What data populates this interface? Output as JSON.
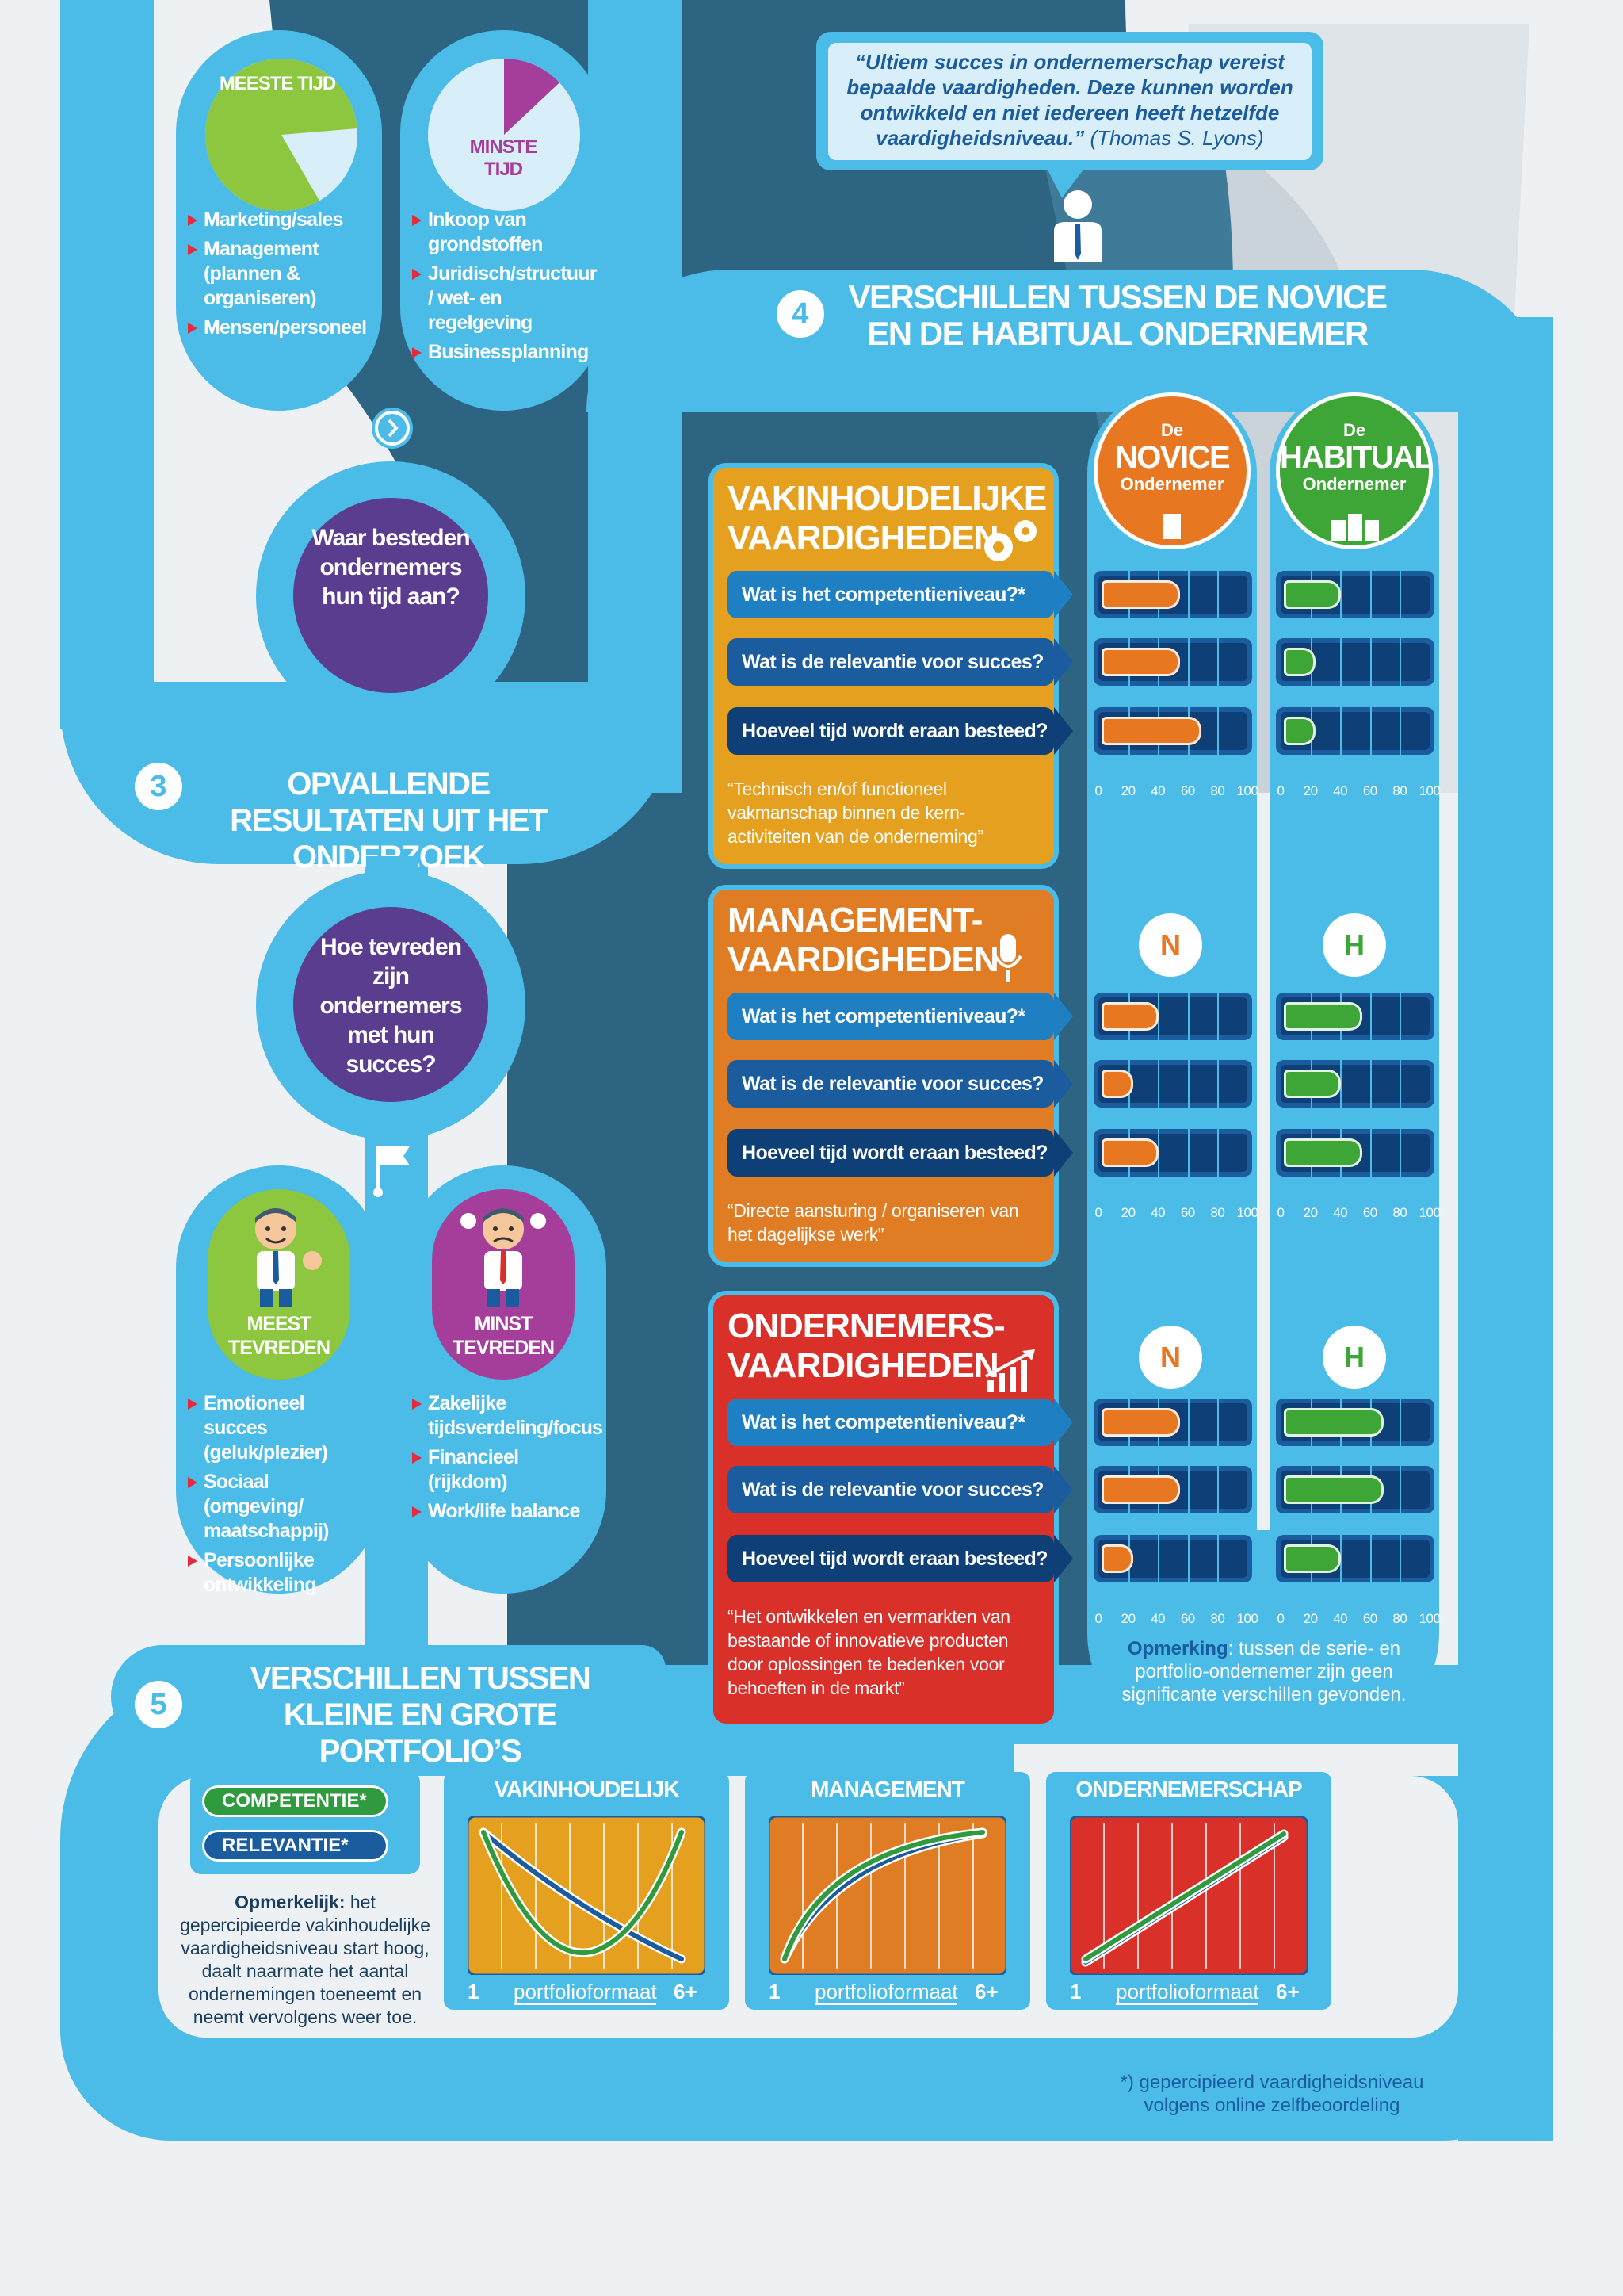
{
  "quote": {
    "text": "“Ultiem succes in ondernemerschap vereist bepaalde vaardigheden. Deze kunnen worden ontwikkeld en niet iedereen heeft hetzelfde vaardigheidsniveau.”",
    "author": "(Thomas S. Lyons)"
  },
  "time": {
    "most_label": "MEESTE TIJD",
    "least_label": "MINSTE TIJD",
    "most_items": [
      "Marketing/sales",
      "Management (plannen & organiseren)",
      "Mensen/personeel"
    ],
    "least_items": [
      "Inkoop van grondstoffen",
      "Juridisch/structuur / wet- en regelgeving",
      "Businessplanning"
    ],
    "most_share": 0.82,
    "least_share": 0.13
  },
  "questions": {
    "time_spent": "Waar besteden ondernemers hun tijd aan?",
    "satisfaction": "Hoe tevreden zijn ondernemers met hun succes?"
  },
  "section3": {
    "number": "3",
    "title": "OPVALLENDE RESULTATEN UIT HET ONDERZOEK"
  },
  "satisfaction": {
    "most_label": "MEEST TEVREDEN",
    "least_label": "MINST TEVREDEN",
    "most_items": [
      "Emotioneel succes (geluk/plezier)",
      "Sociaal (omgeving/ maatschappij)",
      "Persoonlijke ontwikkeling"
    ],
    "least_items": [
      "Zakelijke tijdsverdeling/focus",
      "Financieel (rijkdom)",
      "Work/life balance"
    ]
  },
  "section4": {
    "number": "4",
    "title": "VERSCHILLEN TUSSEN DE NOVICE EN DE HABITUAL ONDERNEMER",
    "novice": {
      "pre": "De",
      "name": "NOVICE",
      "sub": "Ondernemer",
      "badge": "N"
    },
    "habitual": {
      "pre": "De",
      "name": "HABITUAL",
      "sub": "Ondernemer",
      "badge": "H"
    },
    "questions": [
      "Wat is het competentieniveau?*",
      "Wat is de relevantie voor succes?",
      "Hoeveel tijd wordt eraan besteed?"
    ],
    "axis_ticks": [
      "0",
      "20",
      "40",
      "60",
      "80",
      "100"
    ],
    "note_bold": "Opmerking",
    "note_text": ": tussen de serie- en portfolio-ondernemer zijn geen significante verschillen gevonden.",
    "groups": [
      {
        "title": "VAKINHOUDELIJKE VAARDIGHEDEN",
        "color": "#e5a020",
        "definition": "“Technisch en/of functioneel vakmanschap binnen de kern-activiteiten van de onderneming”",
        "novice": [
          55,
          55,
          70
        ],
        "habitual": [
          40,
          22,
          22
        ]
      },
      {
        "title": "MANAGEMENT-VAARDIGHEDEN",
        "color": "#e07c24",
        "definition": "“Directe aansturing / organiseren van het dagelijkse werk”",
        "novice": [
          40,
          22,
          40
        ],
        "habitual": [
          55,
          40,
          55
        ]
      },
      {
        "title": "ONDERNEMERS-VAARDIGHEDEN",
        "color": "#d9302a",
        "definition": "“Het ontwikkelen en vermarkten van bestaande of innovatieve producten door oplossingen te bedenken voor behoeften in de markt”",
        "novice": [
          55,
          55,
          22
        ],
        "habitual": [
          70,
          70,
          40
        ]
      }
    ]
  },
  "section5": {
    "number": "5",
    "title": "VERSCHILLEN TUSSEN KLEINE EN GROTE PORTFOLIO’S",
    "legend": [
      "COMPETENTIE*",
      "RELEVANTIE*"
    ],
    "legend_colors": {
      "competentie": "#2f9a3e",
      "relevantie": "#1b5c9e"
    },
    "remark_bold": "Opmerkelijk:",
    "remark_text": " het gepercipieerde vakinhoudelijke vaardigheidsniveau start hoog, daalt naarmate het aantal ondernemingen toeneemt en neemt vervolgens weer toe.",
    "x_start": "1",
    "x_label": "portfolioformaat",
    "x_end": "6+",
    "charts": [
      {
        "title": "VAKINHOUDELIJK",
        "color": "#e5a020"
      },
      {
        "title": "MANAGEMENT",
        "color": "#e07c24"
      },
      {
        "title": "ONDERNEMERSCHAP",
        "color": "#d9302a"
      }
    ]
  },
  "footnote": "*) gepercipieerd vaardigheidsniveau volgens online zelfbeoordeling"
}
